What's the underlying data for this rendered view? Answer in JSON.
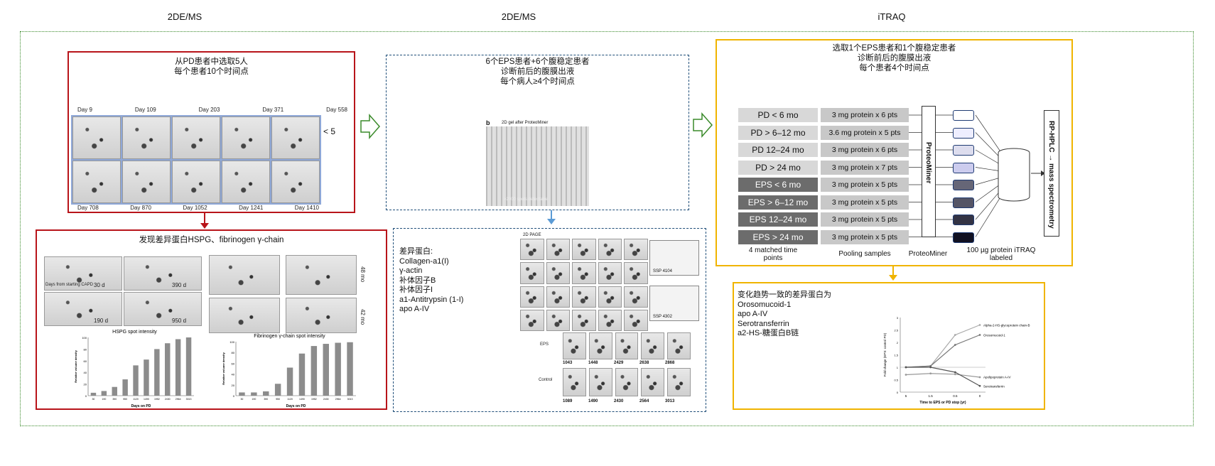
{
  "headers": [
    "2DE/MS",
    "2DE/MS",
    "iTRAQ"
  ],
  "panel1": {
    "title_lines": [
      "从PD患者中选取5人",
      "每个患者10个时间点"
    ],
    "days_top": [
      "Day 9",
      "Day 109",
      "Day 203",
      "Day 371",
      "Day 558"
    ],
    "days_bottom": [
      "Day 708",
      "Day 870",
      "Day 1052",
      "Day 1241",
      "Day 1410"
    ],
    "side_note": "< 5"
  },
  "panel1b": {
    "title": "发现差异蛋白HSPG、fibrinogen γ-chain",
    "gel_labels": [
      "30 d",
      "390 d",
      "190 d",
      "950 d"
    ],
    "gel_notes": [
      "Days from starting CAPD"
    ],
    "side_labels": [
      "48 mo",
      "42 mo"
    ],
    "chart_titles": [
      "HSPG spot intensity",
      "Fibrinogen γ-chain  spot intensity"
    ],
    "xlabel": "Days on PD",
    "ylabel": "Relative volume density"
  },
  "panel2": {
    "title_lines": [
      "6个EPS患者+6个腹稳定患者",
      "诊断前后的腹膜出液",
      "每个病人≥4个时间点"
    ],
    "fig_label": "b",
    "fig_caption": "2D gel after ProteoMiner",
    "spots": ">2000 spots detectable"
  },
  "panel2b": {
    "list_title": "差异蛋白:",
    "items": [
      "Collagen-a1(I)",
      "γ-actin",
      "补体因子B",
      "补体因子I",
      "a1-Antitrypsin (1-I)",
      "apo A-IV"
    ],
    "page_label": "2D PAGE",
    "spot_ids": [
      "1043",
      "1448",
      "2429",
      "2638",
      "2868"
    ],
    "ctrl_ids": [
      "1089",
      "1490",
      "2430",
      "2564",
      "3013"
    ],
    "row_labels": [
      "EPS",
      "Control"
    ],
    "sspA": "SSP 4104",
    "sspB": "SSP 4302"
  },
  "panel3": {
    "title_lines": [
      "选取1个EPS患者和1个腹稳定患者",
      "诊断前后的腹膜出液",
      "每个患者4个时间点"
    ],
    "groups": [
      "PD < 6 mo",
      "PD > 6–12 mo",
      "PD 12–24 mo",
      "PD > 24 mo",
      "EPS < 6 mo",
      "EPS > 6–12 mo",
      "EPS 12–24 mo",
      "EPS > 24 mo"
    ],
    "pools": [
      "3 mg protein x 6 pts",
      "3.6 mg protein x 5 pts",
      "3 mg protein x 6 pts",
      "3 mg protein x 7 pts",
      "3 mg protein x 5 pts",
      "3 mg protein x 5 pts",
      "3 mg protein x 5 pts",
      "3 mg protein x 5 pts"
    ],
    "proteominer": "ProteoMiner",
    "ms": "RP-HPLC → mass spectrometry",
    "footer": [
      "4 matched time points",
      "Pooling samples",
      "ProteoMiner",
      "100 µg protein iTRAQ labeled"
    ]
  },
  "panel3b": {
    "title": "变化趋势一致的差异蛋白为",
    "items": [
      "Orosomucoid-1",
      "apo A-IV",
      "Serotransferrin",
      "a2-HS-糖蛋白B链"
    ],
    "chart_xlabel": "Time to EPS or PD stop (yr)",
    "chart_ylabel": "Fold change (EPS: control PD)",
    "series_labels": [
      "Alpha-2-HS-glycoprotein chain-B",
      "Orosomucoid-1",
      "Apolipoprotein A-IV",
      "Serotransferrin"
    ]
  },
  "chart_data": [
    {
      "type": "bar",
      "title": "HSPG spot intensity",
      "categories": [
        "30",
        "190",
        "390",
        "950",
        "1120",
        "1490",
        "1952",
        "2430",
        "2964",
        "3013"
      ],
      "values": [
        5,
        8,
        15,
        28,
        52,
        62,
        80,
        90,
        97,
        100
      ],
      "ylim": [
        0,
        100
      ],
      "xlabel": "Days on PD",
      "ylabel": "Relative volume density"
    },
    {
      "type": "bar",
      "title": "Fibrinogen γ-chain  spot intensity",
      "categories": [
        "30",
        "190",
        "390",
        "950",
        "1120",
        "1490",
        "1952",
        "2430",
        "2964",
        "3013"
      ],
      "values": [
        6,
        6,
        8,
        22,
        52,
        78,
        92,
        96,
        98,
        99
      ],
      "ylim": [
        0,
        100
      ],
      "xlabel": "Days on PD",
      "ylabel": "Relative volume density"
    },
    {
      "type": "line",
      "x": [
        "5",
        "1.5",
        "0.5",
        "0"
      ],
      "series": [
        {
          "name": "Alpha-2-HS-glycoprotein chain-B",
          "values": [
            1.0,
            1.05,
            2.3,
            2.7
          ]
        },
        {
          "name": "Orosomucoid-1",
          "values": [
            1.0,
            1.05,
            1.9,
            2.3
          ]
        },
        {
          "name": "Apolipoprotein A-IV",
          "values": [
            0.7,
            0.75,
            0.72,
            0.6
          ]
        },
        {
          "name": "Serotransferrin",
          "values": [
            1.0,
            1.0,
            0.8,
            0.25
          ]
        }
      ],
      "ylim": [
        0,
        3
      ],
      "xlabel": "Time to EPS or PD stop (yr)",
      "ylabel": "Fold change (EPS: control PD)"
    }
  ]
}
